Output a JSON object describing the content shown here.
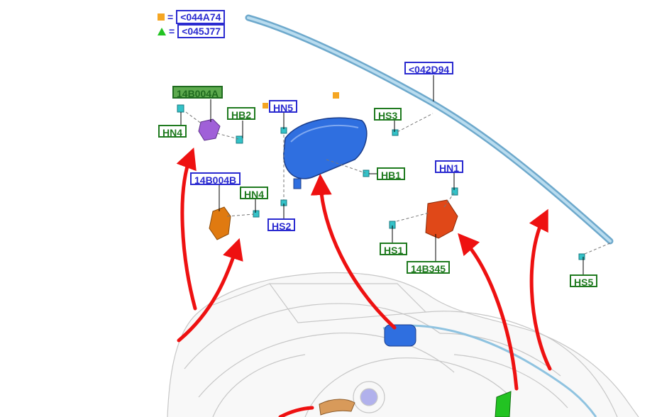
{
  "legend": {
    "items": [
      {
        "symbol": "square",
        "color": "#f5a623",
        "equals": "=",
        "code": "<044A74"
      },
      {
        "symbol": "triangle",
        "color": "#22c322",
        "equals": "=",
        "code": "<045J77"
      }
    ]
  },
  "callouts": {
    "p042d94": "<042D94",
    "p14b004a": "14B004A",
    "hn4_top": "HN4",
    "hb2": "HB2",
    "hn5": "HN5",
    "hs3": "HS3",
    "hb1": "HB1",
    "p14b004b": "14B004B",
    "hn4_mid": "HN4",
    "hs2": "HS2",
    "hn1": "HN1",
    "hs1": "HS1",
    "p14b345": "14B345",
    "hs5": "HS5"
  },
  "colors": {
    "arrow": "#ee1111",
    "green_frame": "#1f7a1f",
    "blue_frame": "#2a2ad0",
    "airbag_blue": "#2f6fe0",
    "module_purple": "#a060d8",
    "module_orange": "#e07a10",
    "module_red": "#e04818",
    "curtain": "#7fb8d8"
  }
}
